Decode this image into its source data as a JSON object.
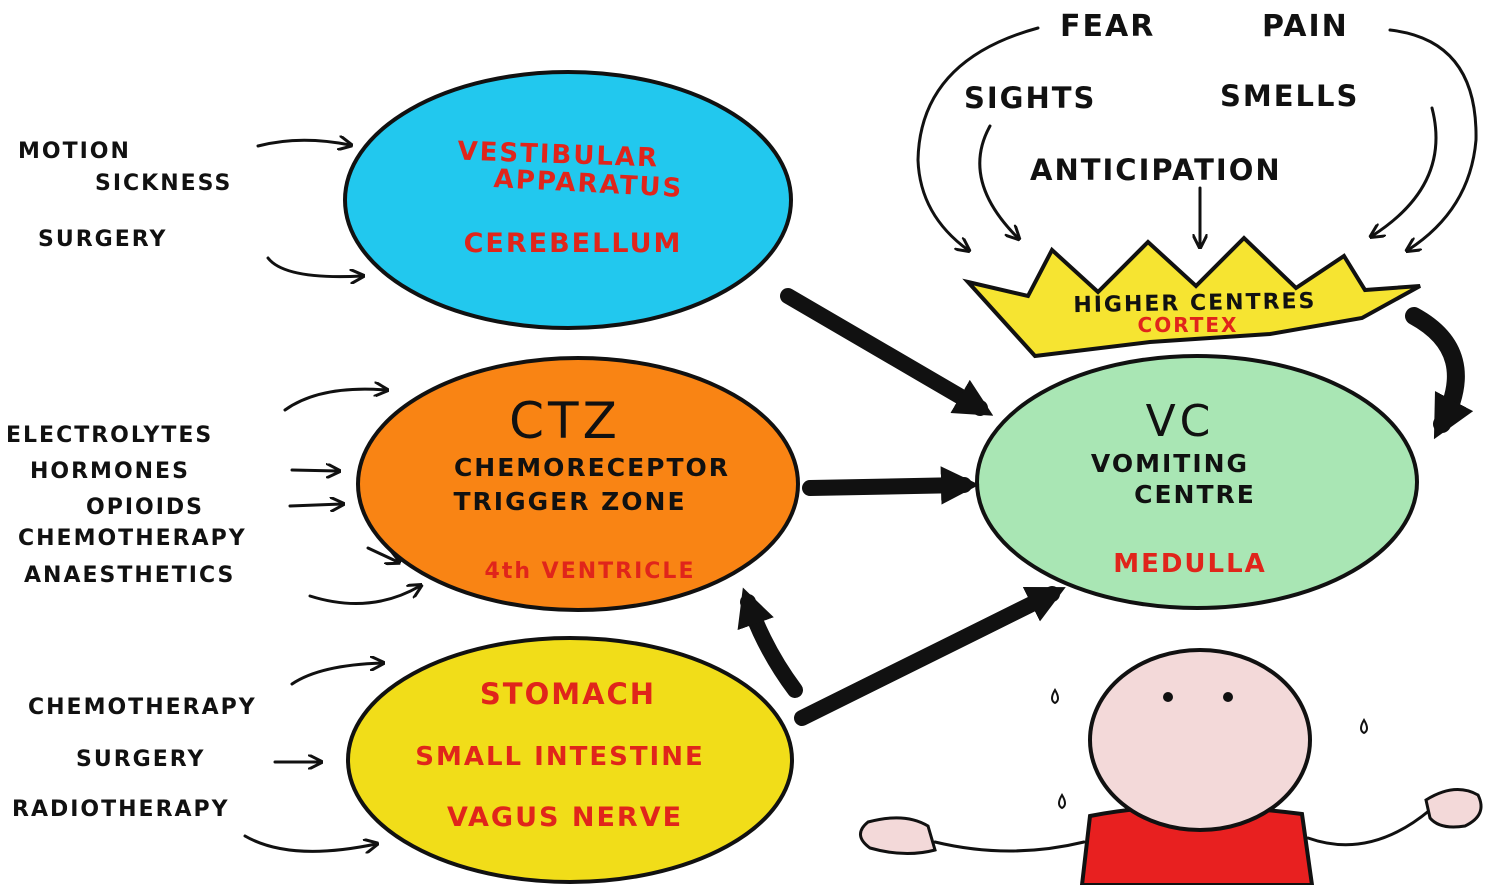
{
  "colors": {
    "vestibular_fill": "#22c8ee",
    "ctz_fill": "#f98414",
    "gut_fill": "#f1dd19",
    "vc_fill": "#a9e6b4",
    "crown_fill": "#f6e431",
    "red_text": "#e0251b",
    "face_fill": "#f3d9d9",
    "shirt_fill": "#e82020"
  },
  "vestibular": {
    "title_line1": "VESTIBULAR",
    "title_line2": "APPARATUS",
    "subtitle": "CEREBELLUM",
    "inputs": {
      "motion_line1": "MOTION",
      "motion_line2": "SICKNESS",
      "surgery": "SURGERY"
    }
  },
  "ctz": {
    "abbr": "CTZ",
    "line1": "CHEMORECEPTOR",
    "line2": "TRIGGER ZONE",
    "location": "4th VENTRICLE",
    "inputs": [
      "ELECTROLYTES",
      "HORMONES",
      "OPIOIDS",
      "CHEMOTHERAPY",
      "ANAESTHETICS"
    ]
  },
  "gut": {
    "line1": "STOMACH",
    "line2": "SMALL INTESTINE",
    "line3": "VAGUS NERVE",
    "inputs": [
      "CHEMOTHERAPY",
      "SURGERY",
      "RADIOTHERAPY"
    ]
  },
  "vc": {
    "abbr": "VC",
    "line1": "VOMITING",
    "line2": "CENTRE",
    "location": "MEDULLA"
  },
  "higher": {
    "title": "HIGHER CENTRES",
    "subtitle": "CORTEX",
    "triggers": {
      "fear": "FEAR",
      "pain": "PAIN",
      "sights": "SIGHTS",
      "smells": "SMELLS",
      "anticipation": "ANTICIPATION"
    }
  }
}
